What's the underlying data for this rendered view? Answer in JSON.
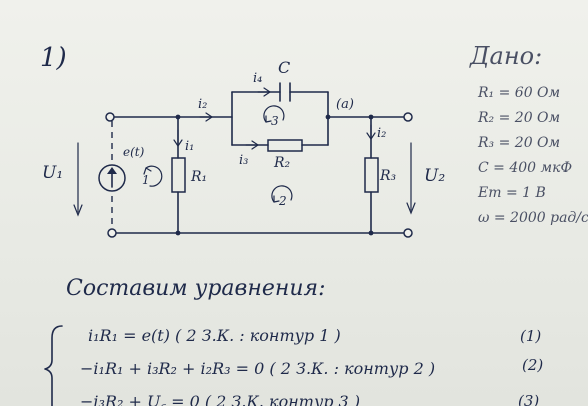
{
  "problem_number": "1)",
  "labels": {
    "U1": "U₁",
    "U2": "U₂",
    "e": "e(t)",
    "R1": "R₁",
    "R2": "R₂",
    "R3": "R₃",
    "C": "C",
    "node_a": "(a)",
    "i1": "i₁",
    "i2_top": "i₂",
    "i2_right": "i₂",
    "i3": "i₃",
    "i4": "i₄",
    "loop1": "1",
    "loop2": "2",
    "loop3": "3"
  },
  "given": {
    "title": "Дано:",
    "lines": [
      "R₁ = 60 Ом",
      "R₂ = 20 Ом",
      "R₃ = 20 Ом",
      "C = 400 мкФ",
      "Em = 1 В",
      "ω = 2000 рад/с"
    ]
  },
  "heading": "Составим уравнения:",
  "equations": [
    {
      "text": "i₁R₁ = e(t)    ( 2 З.К. : контур 1 )",
      "num": "(1)"
    },
    {
      "text": "−i₁R₁ + i₃R₂ + i₂R₃ = 0    ( 2 З.К. : контур 2 )",
      "num": "(2)"
    },
    {
      "text": "−i₃R₂ + U꜀ = 0    ( 2 З.К. контур 3 )",
      "num": "(3)"
    }
  ]
}
